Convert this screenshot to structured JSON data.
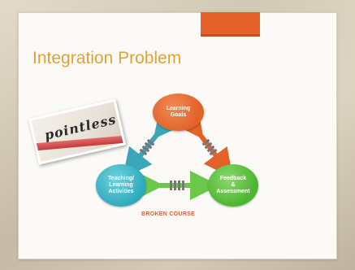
{
  "slide": {
    "title": "Integration Problem",
    "photo_word": "pointless",
    "diagram": {
      "nodes": [
        {
          "id": "goals",
          "label": "Learning\nGoals",
          "color": "#e2622a"
        },
        {
          "id": "teaching",
          "label": "Teaching/\nLearning\nActivities",
          "color": "#2ea9bb"
        },
        {
          "id": "feedback",
          "label": "Feedback\n&\nAssessment",
          "color": "#4ab52e"
        }
      ],
      "caption": "BROKEN COURSE",
      "link_colors": {
        "goals_teaching": "#3aa6b8",
        "goals_feedback": "#e2622a",
        "teaching_feedback": "#6cc84a"
      }
    }
  }
}
